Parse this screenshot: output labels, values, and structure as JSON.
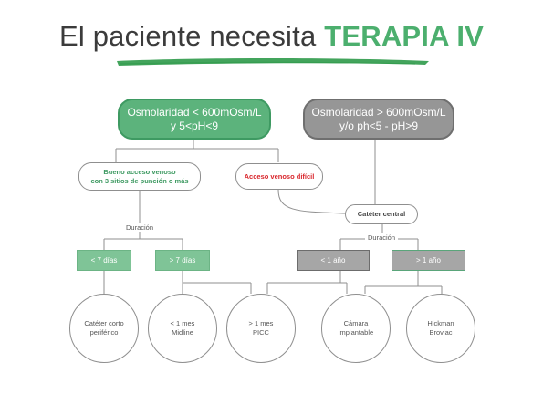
{
  "title": {
    "main": "El paciente necesita ",
    "highlight": "TERAPIA IV"
  },
  "nodes": {
    "osm_low": {
      "line1": "Osmolaridad < 600mOsm/L",
      "line2": "y 5<pH<9"
    },
    "osm_high": {
      "line1": "Osmolaridad > 600mOsm/L",
      "line2": "y/o ph<5 - pH>9"
    },
    "good_access": {
      "line1": "Bueno acceso venoso",
      "line2": "con 3 sitios de punción o más"
    },
    "difficult_access": "Acceso venoso difícil",
    "central_catheter": "Catéter central",
    "duration_left": "Duración",
    "duration_right": "Duración",
    "lt7": "< 7 días",
    "gt7": "> 7 días",
    "lt1y": "< 1 año",
    "gt1y": "> 1 año"
  },
  "devices": [
    {
      "line1": "Catéter corto",
      "line2": "periférico"
    },
    {
      "line1": "< 1 mes",
      "line2": "Midline"
    },
    {
      "line1": "> 1 mes",
      "line2": "PICC"
    },
    {
      "line1": "Cámara",
      "line2": "implantable"
    },
    {
      "line1": "Hickman",
      "line2": "Broviac"
    }
  ],
  "colors": {
    "green": "#5cb37c",
    "gray": "#969696",
    "red": "#d9262c",
    "brush": "#2f9a4a"
  }
}
